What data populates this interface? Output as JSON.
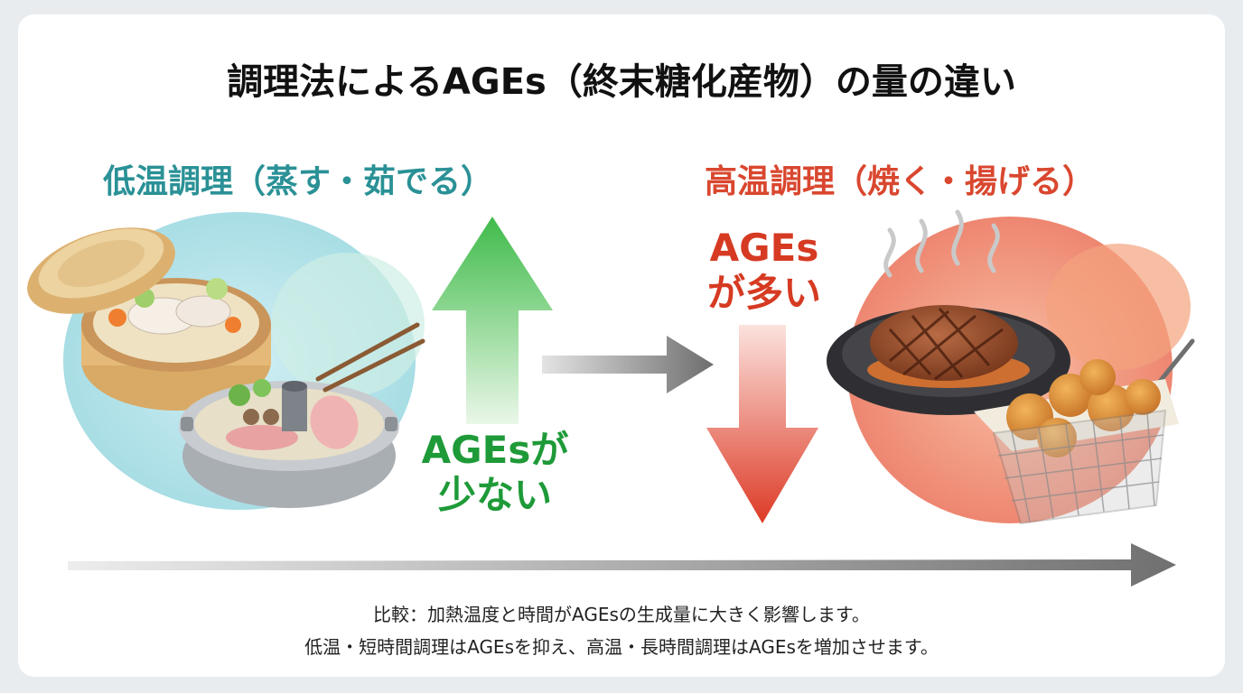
{
  "title": "調理法によるAGEs（終末糖化産物）の量の違い",
  "low": {
    "heading": "低温調理（蒸す・茹でる）",
    "label_line1": "AGEsが",
    "label_line2": "少ない",
    "accent": "#1e9a38"
  },
  "high": {
    "heading": "高温調理（焼く・揚げる）",
    "label_line1": "AGEs",
    "label_line2": "が多い",
    "accent": "#d63a22"
  },
  "caption": {
    "line1": "比較：加熱温度と時間がAGEsの生成量に大きく影響します。",
    "line2": "低温・短時間調理はAGEsを抑え、高温・長時間調理はAGEsを増加させます。"
  },
  "icons": [
    "steamer-basket-icon",
    "hot-pot-icon",
    "chopsticks-icon",
    "grilled-steak-icon",
    "fried-chicken-basket-icon",
    "steam-icon"
  ]
}
